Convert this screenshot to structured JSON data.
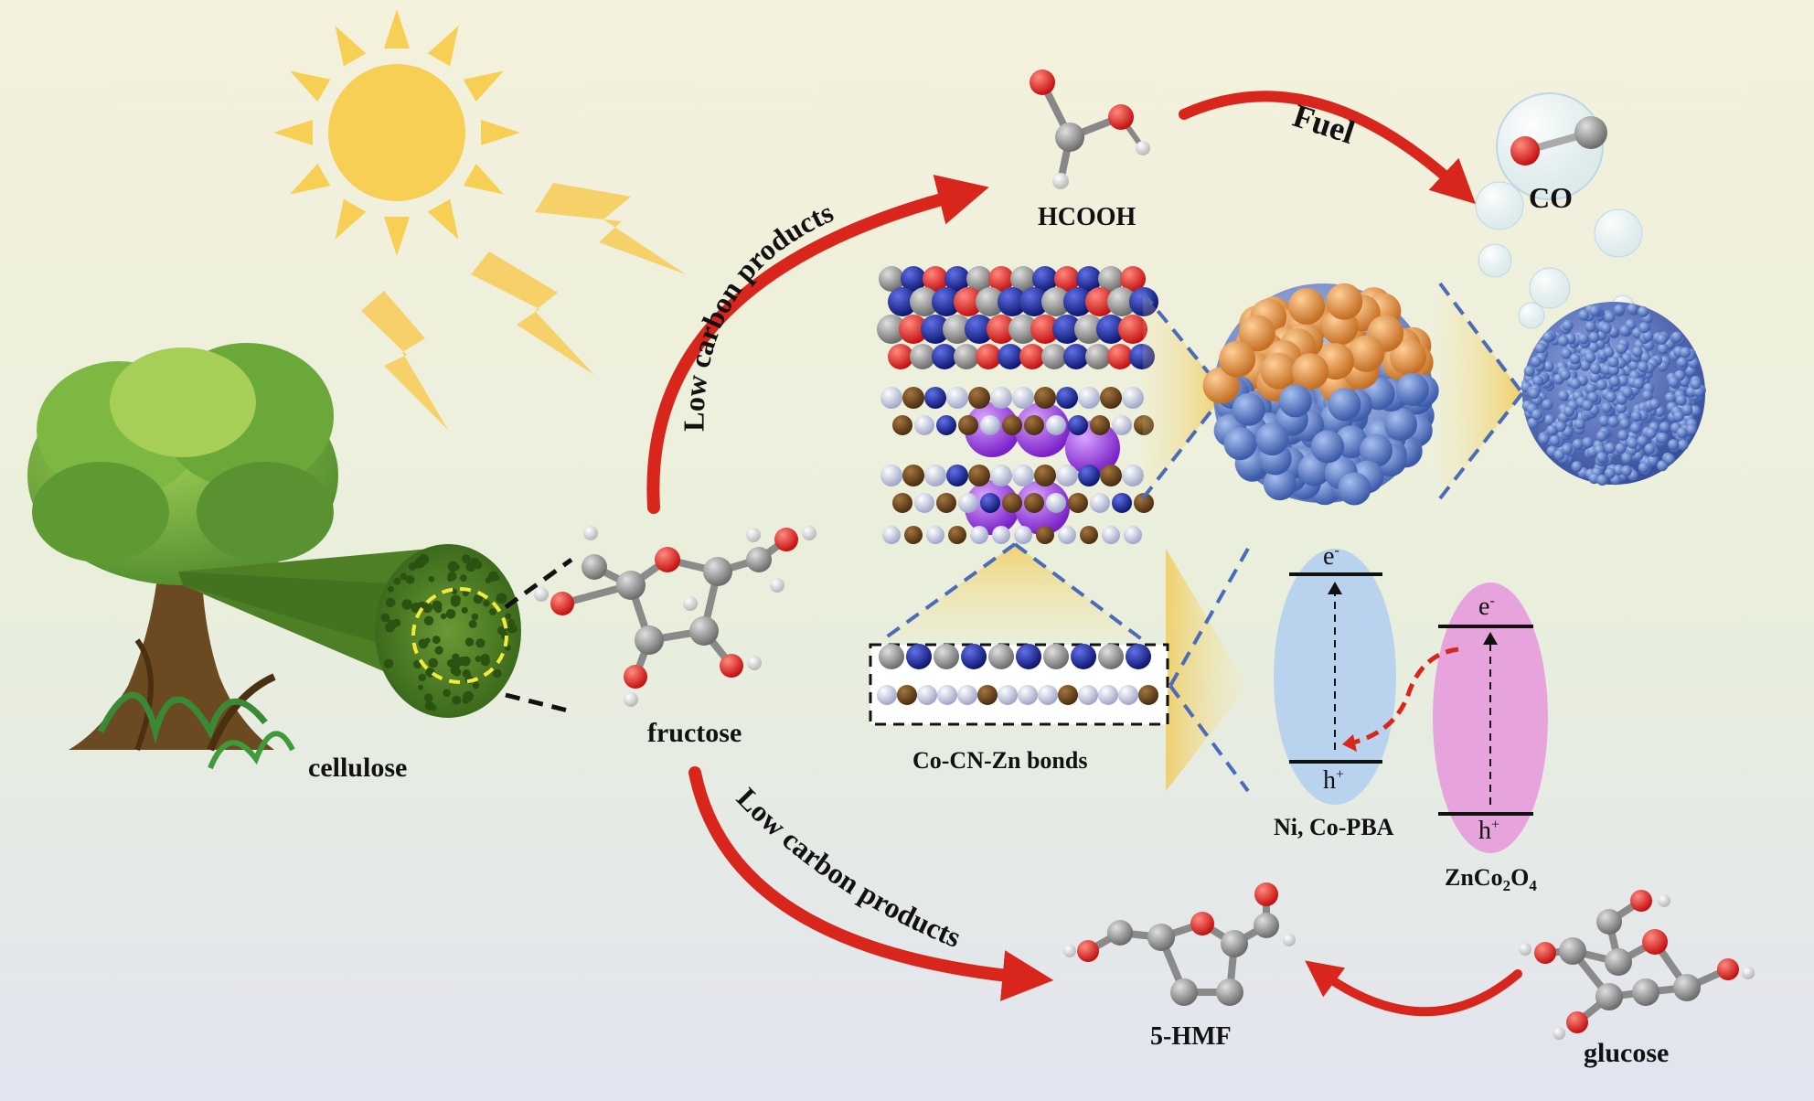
{
  "labels": {
    "cellulose": "cellulose",
    "fructose": "fructose",
    "hcooh": "HCOOH",
    "co": "CO",
    "fuel": "Fuel",
    "low_carbon_top": "Low carbon products",
    "low_carbon_bottom": "Low carbon products",
    "bonds": "Co-CN-Zn bonds",
    "hmf": "5-HMF",
    "glucose": "glucose",
    "pba": "Ni, Co-PBA",
    "znco_base": "ZnCo",
    "znco_sub1": "2",
    "znco_mid": "O",
    "znco_sub2": "4"
  },
  "bands": {
    "electron": "e",
    "electron_sup": "-",
    "hole": "h",
    "hole_sup": "+"
  },
  "colors": {
    "background_top": "#f4f1dc",
    "background_bottom": "#e4e6f0",
    "sun": "#f7cf55",
    "arrow_red": "#d9261c",
    "guide_blue": "#4a6cb8",
    "pba_band": "#b9d3ee",
    "znco_band": "#e6a3dc",
    "oxygen": "#e02020",
    "carbon": "#8c8c8c",
    "hydrogen": "#f2f2f2",
    "nitrogen": "#1c2a9c",
    "zinc": "#9a3fe0",
    "shell_orange": "#e89a4e",
    "core_blue": "#5c7ec4"
  }
}
